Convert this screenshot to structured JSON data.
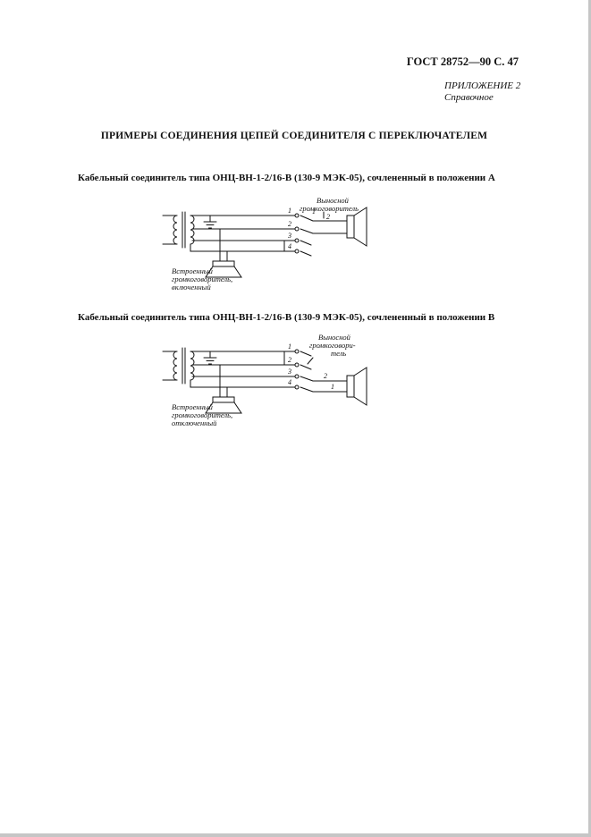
{
  "header": {
    "doc_ref": "ГОСТ 28752—90 С. 47",
    "appendix": "ПРИЛОЖЕНИЕ 2",
    "appendix_type": "Справочное"
  },
  "title": "ПРИМЕРЫ СОЕДИНЕНИЯ ЦЕПЕЙ СОЕДИНИТЕЛЯ С ПЕРЕКЛЮЧАТЕЛЕМ",
  "diagram_a": {
    "caption": "Кабельный соединитель типа ОНЦ-ВН-1-2/16-В (130-9 МЭК-05), сочлененный в положении А",
    "contacts": [
      "1",
      "2",
      "3",
      "4"
    ],
    "right_contact_top": "1",
    "right_contact_bottom": "2",
    "external_label": [
      "Выносной",
      "громкоговоритель"
    ],
    "internal_label": [
      "Встроенный",
      "громкоговоритель,",
      "включенный"
    ]
  },
  "diagram_b": {
    "caption": "Кабельный соединитель типа ОНЦ-ВН-1-2/16-В (130-9 МЭК-05), сочлененный в положении В",
    "contacts": [
      "1",
      "2",
      "3",
      "4"
    ],
    "right_contact_top": "2",
    "right_contact_bottom": "1",
    "external_label": [
      "Выносной",
      "громкоговори-",
      "тель"
    ],
    "internal_label": [
      "Встроенный",
      "громкоговоритель,",
      "отключенный"
    ]
  }
}
